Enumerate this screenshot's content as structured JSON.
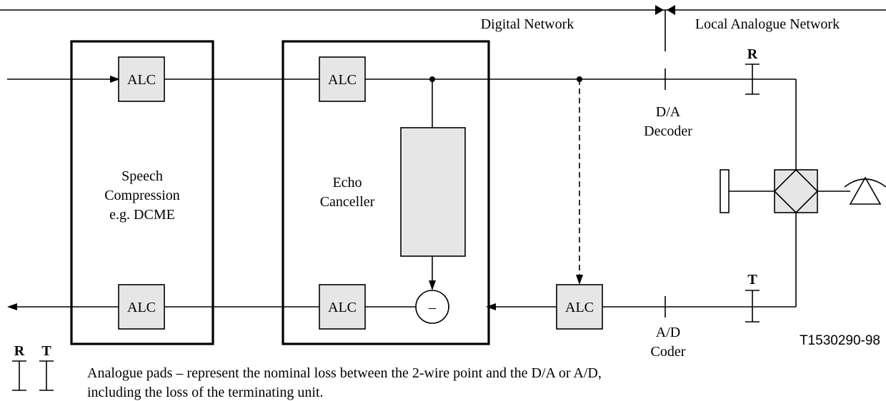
{
  "network": {
    "digital_label": "Digital Network",
    "local_label": "Local Analogue Network"
  },
  "blocks": {
    "alc_label": "ALC",
    "speech_compression": [
      "Speech",
      "Compression",
      "e.g. DCME"
    ],
    "echo_canceller": [
      "Echo",
      "Canceller"
    ],
    "subtractor_symbol": "–"
  },
  "conversion": {
    "decoder": [
      "D/A",
      "Decoder"
    ],
    "coder": [
      "A/D",
      "Coder"
    ]
  },
  "pads": {
    "receive": "R",
    "transmit": "T"
  },
  "figure_id": "T1530290-98",
  "legend": {
    "line1": "Analogue pads – represent the nominal loss between the 2-wire point and the D/A or A/D,",
    "line2": "including the loss of the terminating unit."
  }
}
